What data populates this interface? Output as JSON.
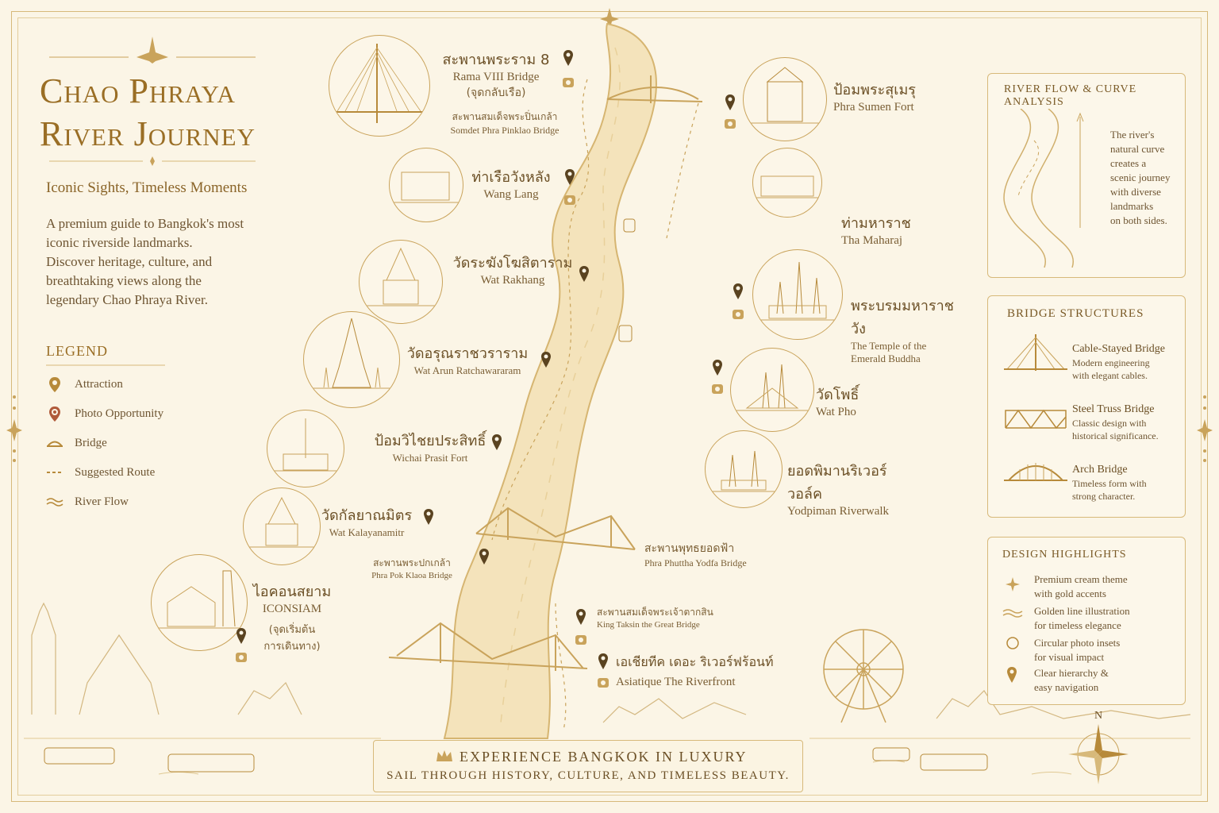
{
  "title_lines": [
    "Chao Phraya",
    "River Journey"
  ],
  "subtitle": "Iconic Sights, Timeless Moments",
  "intro": "A premium guide to Bangkok's most iconic riverside landmarks. Discover heritage, culture, and breathtaking views along the legendary Chao Phraya River.",
  "legend": {
    "heading": "LEGEND",
    "items": [
      {
        "icon": "pin-icon",
        "label": "Attraction"
      },
      {
        "icon": "camera-pin-icon",
        "label": "Photo Opportunity"
      },
      {
        "icon": "bridge-icon",
        "label": "Bridge"
      },
      {
        "icon": "dashed-line-icon",
        "label": "Suggested Route"
      },
      {
        "icon": "wave-icon",
        "label": "River Flow"
      }
    ]
  },
  "landmarks": {
    "rama8": {
      "th": "สะพานพระราม 8",
      "en": "Rama VIII Bridge",
      "th_note": "(จุดกลับเรือ)"
    },
    "pinklao": {
      "th": "สะพานสมเด็จพระปิ่นเกล้า",
      "en": "Somdet Phra Pinklao Bridge"
    },
    "wanglang": {
      "th": "ท่าเรือวังหลัง",
      "en": "Wang Lang"
    },
    "rakhang": {
      "th": "วัดระฆังโฆสิตาราม",
      "en": "Wat Rakhang"
    },
    "arun": {
      "th": "วัดอรุณราชวราราม",
      "en": "Wat Arun Ratchawararam"
    },
    "wichai": {
      "th": "ป้อมวิไชยประสิทธิ์",
      "en": "Wichai Prasit Fort"
    },
    "kalaya": {
      "th": "วัดกัลยาณมิตร",
      "en": "Wat Kalayanamitr"
    },
    "phrapok": {
      "th": "สะพานพระปกเกล้า",
      "en": "Phra Pok Klaoa Bridge"
    },
    "iconsiam": {
      "th": "ไอคอนสยาม",
      "en": "ICONSIAM",
      "th_note1": "(จุดเริ่มต้น",
      "th_note2": "การเดินทาง)"
    },
    "sumen": {
      "th": "ป้อมพระสุเมรุ",
      "en": "Phra Sumen Fort"
    },
    "maharaj": {
      "th": "ท่ามหาราช",
      "en": "Tha Maharaj"
    },
    "palace": {
      "th": "พระบรมมหาราชวัง",
      "en1": "The Temple of the",
      "en2": "Emerald Buddha"
    },
    "pho": {
      "th": "วัดโพธิ์",
      "en": "Wat Pho"
    },
    "yodpiman": {
      "th": "ยอดพิมานริเวอร์วอล์ค",
      "en": "Yodpiman Riverwalk"
    },
    "yodfa": {
      "th": "สะพานพุทธยอดฟ้า",
      "en": "Phra Phuttha Yodfa Bridge"
    },
    "taksin": {
      "th": "สะพานสมเด็จพระเจ้าตากสิน",
      "en": "King Taksin the Great Bridge"
    },
    "asiatique": {
      "th": "เอเชียทีค เดอะ ริเวอร์ฟร้อนท์",
      "en": "Asiatique The Riverfront"
    }
  },
  "river_flow_panel": {
    "heading": "RIVER FLOW & CURVE ANALYSIS",
    "text_lines": [
      "The river's",
      "natural curve",
      "creates a",
      "scenic journey",
      "with diverse",
      "landmarks",
      "on both sides."
    ]
  },
  "bridge_panel": {
    "heading": "BRIDGE STRUCTURES",
    "items": [
      {
        "name": "Cable-Stayed Bridge",
        "desc1": "Modern engineering",
        "desc2": "with elegant cables."
      },
      {
        "name": "Steel Truss Bridge",
        "desc1": "Classic design with",
        "desc2": "historical significance."
      },
      {
        "name": "Arch Bridge",
        "desc1": "Timeless form with",
        "desc2": "strong character."
      }
    ]
  },
  "design_panel": {
    "heading": "DESIGN HIGHLIGHTS",
    "items": [
      {
        "icon": "sparkle-icon",
        "l1": "Premium cream theme",
        "l2": "with gold accents"
      },
      {
        "icon": "wave-icon",
        "l1": "Golden line illustration",
        "l2": "for timeless elegance"
      },
      {
        "icon": "circle-icon",
        "l1": "Circular photo insets",
        "l2": "for visual impact"
      },
      {
        "icon": "pin-icon",
        "l1": "Clear hierarchy &",
        "l2": "easy navigation"
      }
    ]
  },
  "banner": {
    "line1": "EXPERIENCE BANGKOK IN LUXURY",
    "line2": "SAIL THROUGH HISTORY, CULTURE, AND TIMELESS BEAUTY."
  },
  "compass": {
    "north": "N"
  },
  "colors": {
    "cream": "#fbf5e6",
    "gold": "#c9a35b",
    "dark_gold": "#9a6e25",
    "text": "#6b4f25"
  }
}
